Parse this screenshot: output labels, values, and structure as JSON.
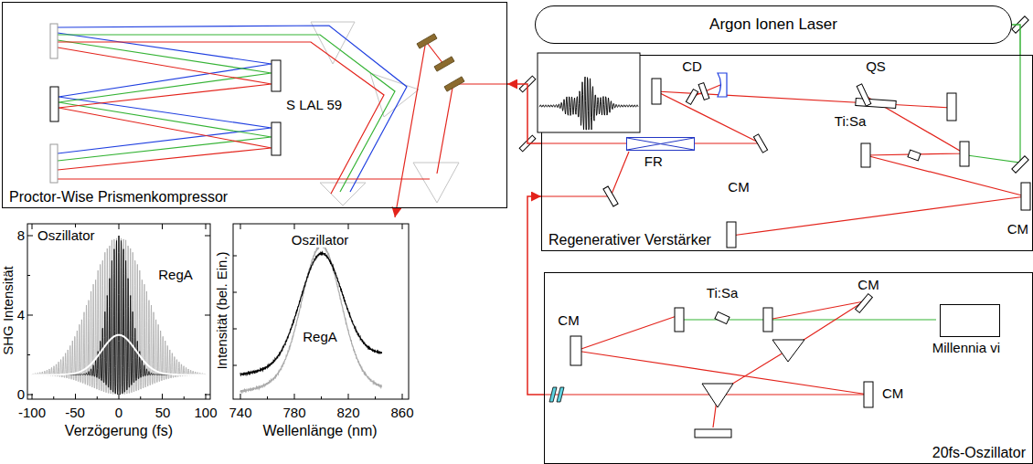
{
  "diagram": {
    "nodes": [
      {
        "text": [
          "Proctor-Wise Prismenkompressor"
        ]
      },
      {
        "text": [
          "Argon Ionen Laser"
        ]
      },
      {
        "text": [
          "Regenerativer Verstärker"
        ]
      },
      {
        "text": [
          "FR"
        ],
        "in": 2
      },
      {
        "text": [
          "20fs-Oszillator"
        ]
      },
      {
        "text": [
          "Millennia vi"
        ],
        "in": 4
      }
    ],
    "edges": [
      {
        "from": 2,
        "to": 0,
        "arrow": "to"
      },
      {
        "from": 1,
        "to": 2,
        "arrow": "none"
      },
      {
        "from": 4,
        "to": 2,
        "arrow": "to"
      }
    ],
    "labels": [
      "S LAL 59",
      "CD",
      "QS",
      "Ti:Sa",
      "CM",
      "CM",
      "Ti:Sa",
      "CM",
      "CM",
      "CM",
      "SHG Intensität",
      "8",
      "4",
      "0",
      "-100",
      "-50",
      "0",
      "50",
      "100",
      "Verzögerung (fs)",
      "Oszillator",
      "RegA",
      "Intensität (bel. Ein.)",
      "740",
      "780",
      "820",
      "860",
      "Wellenlänge (nm)",
      "Oszillator",
      "RegA"
    ]
  }
}
